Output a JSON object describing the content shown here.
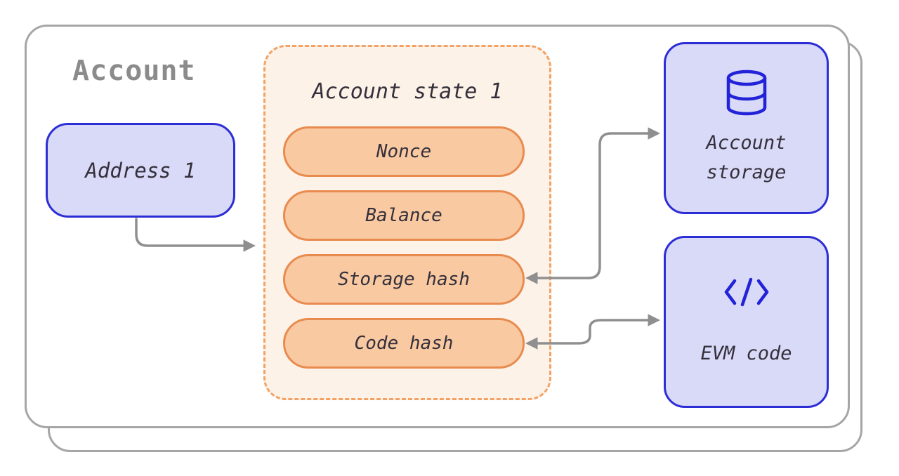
{
  "diagram": {
    "title": "Account",
    "address": {
      "label": "Address 1"
    },
    "state": {
      "title": "Account state 1",
      "fields": [
        "Nonce",
        "Balance",
        "Storage hash",
        "Code hash"
      ]
    },
    "storage": {
      "label": "Account storage",
      "icon": "database-icon"
    },
    "evm": {
      "label": "EVM code",
      "icon": "code-icon"
    },
    "connectors": [
      {
        "from": "address-box",
        "to": "account-state-box",
        "heads": "end"
      },
      {
        "from": "storage-hash-field",
        "to": "account-storage-box",
        "heads": "both"
      },
      {
        "from": "code-hash-field",
        "to": "evm-code-box",
        "heads": "both"
      }
    ],
    "colors": {
      "accent_blue": "#2d2dd6",
      "icon_blue": "#2222d8",
      "lavender_fill": "#d9d9f8",
      "pill_fill": "#f9c9a2",
      "pill_border": "#e98b4f",
      "cream_fill": "#fdf2e8",
      "dashed_orange": "#f2a265",
      "arrow_gray": "#8f8f8f",
      "card_border": "#a6a6a6",
      "title_gray": "#8b8b8b"
    }
  }
}
